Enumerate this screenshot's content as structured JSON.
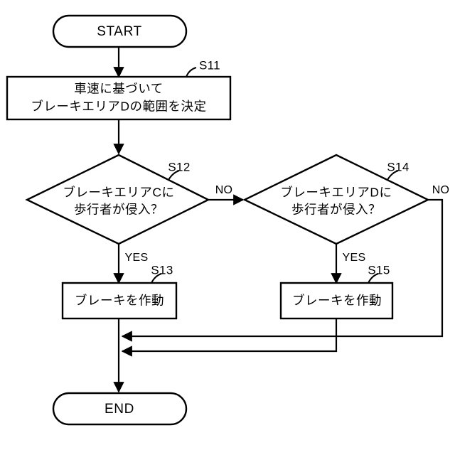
{
  "diagram": {
    "title": "brake-control-flowchart",
    "language": "ja",
    "colors": {
      "stroke": "#000000",
      "fill": "#ffffff",
      "text": "#000000"
    },
    "nodes": {
      "start": {
        "type": "terminal",
        "label": "START"
      },
      "end": {
        "type": "terminal",
        "label": "END"
      },
      "s11": {
        "type": "process",
        "step": "S11",
        "line1": "車速に基づいて",
        "line2": "ブレーキエリアDの範囲を決定"
      },
      "s12": {
        "type": "decision",
        "step": "S12",
        "line1": "ブレーキエリアCに",
        "line2": "歩行者が侵入？"
      },
      "s13": {
        "type": "process",
        "step": "S13",
        "line1": "ブレーキを作動"
      },
      "s14": {
        "type": "decision",
        "step": "S14",
        "line1": "ブレーキエリアDに",
        "line2": "歩行者が侵入？"
      },
      "s15": {
        "type": "process",
        "step": "S15",
        "line1": "ブレーキを作動"
      }
    },
    "edge_labels": {
      "s12_no": "NO",
      "s12_yes": "YES",
      "s14_no": "NO",
      "s14_yes": "YES"
    }
  }
}
